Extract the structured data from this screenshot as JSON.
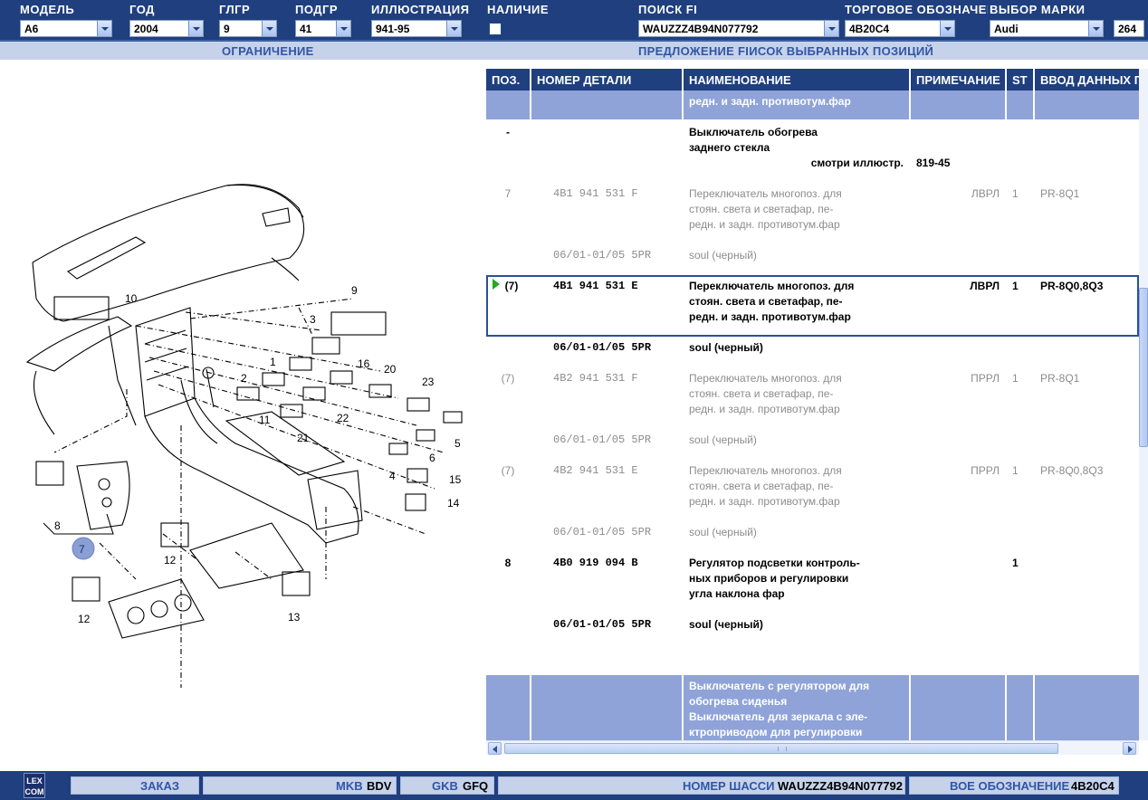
{
  "topbar": {
    "model": {
      "label": "МОДЕЛЬ",
      "value": "A6"
    },
    "year": {
      "label": "ГОД",
      "value": "2004"
    },
    "main_group": {
      "label": "ГЛГР",
      "value": "9"
    },
    "sub_group": {
      "label": "ПОДГР",
      "value": "41"
    },
    "illustration": {
      "label": "ИЛЛЮСТРАЦИЯ",
      "value": "941-95"
    },
    "availability": {
      "label": "НАЛИЧИЕ",
      "checked": false
    },
    "fin_search": {
      "label": "ПОИСК FI",
      "value": "WAUZZZ4B94N077792"
    },
    "trade_designation": {
      "label": "ТОРГОВОЕ ОБОЗНАЧЕНИЕ",
      "value": "4B20C4"
    },
    "brand": {
      "label": "ВЫБОР МАРКИ",
      "value": "Audi"
    },
    "extra_value": "264"
  },
  "subbar": {
    "left": "ОГРАНИЧЕНИЕ",
    "right": "ПРЕДЛОЖЕНИЕ FIИСОК ВЫБРАННЫХ ПОЗИЦИЙ"
  },
  "illustration": {
    "callouts": [
      "1",
      "2",
      "3",
      "4",
      "5",
      "6",
      "7",
      "8",
      "9",
      "10",
      "11",
      "12",
      "12",
      "13",
      "14",
      "15",
      "16",
      "20",
      "21",
      "22",
      "23"
    ],
    "badge": "7"
  },
  "table": {
    "columns": [
      "ПОЗ.",
      "НОМЕР ДЕТАЛИ",
      "НАИМЕНОВАНИЕ",
      "ПРИМЕЧАНИЕ",
      "ST",
      "ВВОД ДАННЫХ П"
    ],
    "rows": [
      {
        "style": "band",
        "pos": "",
        "part": "",
        "name": [
          "редн. и задн. противотум.фар"
        ],
        "note": "",
        "st": "",
        "data": ""
      },
      {
        "style": "bold",
        "pos": "-",
        "part": "",
        "name": [
          "Выключатель обогрева",
          "заднего стекла"
        ],
        "see_label": "смотри иллюстр.",
        "note": "819-45",
        "st": "",
        "data": ""
      },
      {
        "style": "pale",
        "pos": "7",
        "part": "4B1 941 531 F",
        "name": [
          "Переключатель многопоз. для",
          "стоян. света и светафар, пе-",
          "редн. и задн. противотум.фар"
        ],
        "note": "ЛВРЛ",
        "st": "1",
        "data": "PR-8Q1"
      },
      {
        "style": "pale",
        "pos": "",
        "part": "06/01-01/05 5PR",
        "name": [
          "soul (черный)"
        ],
        "note": "",
        "st": "",
        "data": ""
      },
      {
        "style": "bold-sel",
        "pos": "(7)",
        "part": "4B1 941 531 E",
        "name": [
          "Переключатель многопоз. для",
          "стоян. света и светафар, пе-",
          "редн. и задн. противотум.фар"
        ],
        "note": "ЛВРЛ",
        "st": "1",
        "data": "PR-8Q0,8Q3"
      },
      {
        "style": "bold",
        "pos": "",
        "part": "06/01-01/05 5PR",
        "name": [
          "soul (черный)"
        ],
        "note": "",
        "st": "",
        "data": ""
      },
      {
        "style": "pale",
        "pos": "(7)",
        "part": "4B2 941 531 F",
        "name": [
          "Переключатель многопоз. для",
          "стоян. света и светафар, пе-",
          "редн. и задн. противотум.фар"
        ],
        "note": "ПРРЛ",
        "st": "1",
        "data": "PR-8Q1"
      },
      {
        "style": "pale",
        "pos": "",
        "part": "06/01-01/05 5PR",
        "name": [
          "soul (черный)"
        ],
        "note": "",
        "st": "",
        "data": ""
      },
      {
        "style": "pale",
        "pos": "(7)",
        "part": "4B2 941 531 E",
        "name": [
          "Переключатель многопоз. для",
          "стоян. света и светафар, пе-",
          "редн. и задн. противотум.фар"
        ],
        "note": "ПРРЛ",
        "st": "1",
        "data": "PR-8Q0,8Q3"
      },
      {
        "style": "pale",
        "pos": "",
        "part": "06/01-01/05 5PR",
        "name": [
          "soul (черный)"
        ],
        "note": "",
        "st": "",
        "data": ""
      },
      {
        "style": "bold",
        "pos": "8",
        "part": "4B0 919 094 B",
        "name": [
          "Регулятор подсветки контроль-",
          "ных приборов и регулировки",
          "угла наклона фар"
        ],
        "note": "",
        "st": "1",
        "data": ""
      },
      {
        "style": "bold",
        "pos": "",
        "part": "06/01-01/05 5PR",
        "name": [
          "soul (черный)"
        ],
        "note": "",
        "st": "",
        "data": ""
      },
      {
        "style": "blank",
        "pos": "",
        "part": "",
        "name": [
          ""
        ],
        "note": "",
        "st": "",
        "data": ""
      },
      {
        "style": "band",
        "pos": "",
        "part": "",
        "name": [
          "Выключатель с регулятором для",
          "обогрева сиденья",
          "Выключатель для зеркала с эле-",
          "ктроприводом для регулировки"
        ],
        "note": "",
        "st": "",
        "data": ""
      }
    ]
  },
  "footer": {
    "logo": "LEX COM",
    "order_label": "ЗАКАЗ",
    "mkb_label": "MKB",
    "mkb_value": "BDV",
    "gkb_label": "GKB",
    "gkb_value": "GFQ",
    "chassis_label": "НОМЕР ШАССИ",
    "chassis_value": "WAUZZZ4B94N077792",
    "designation_label": "ВОЕ ОБОЗНАЧЕНИЕ",
    "designation_value": "4B20C4"
  }
}
